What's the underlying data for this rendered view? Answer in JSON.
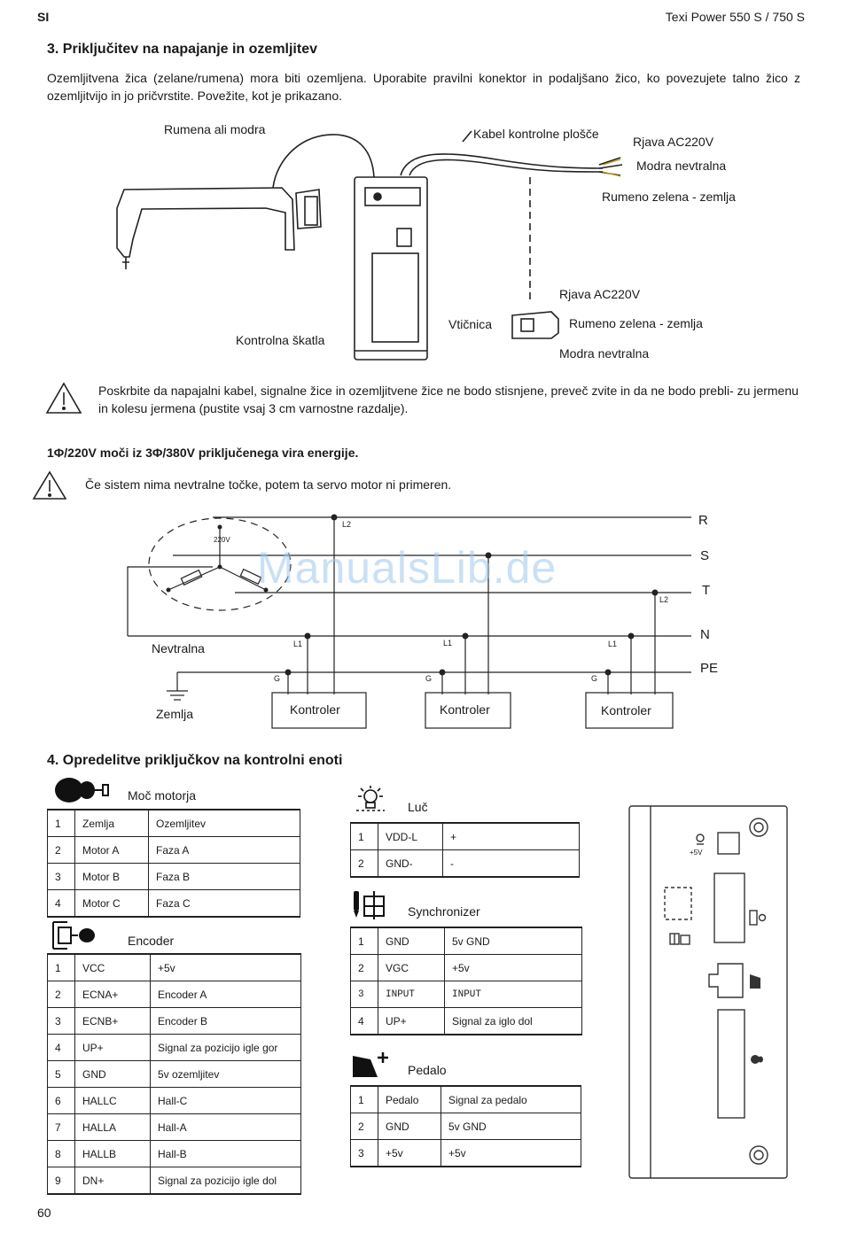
{
  "header": {
    "left": "SI",
    "right": "Texi Power 550 S / 750 S"
  },
  "section3": {
    "title": "3. Priključitev na napajanje in ozemljitev",
    "paragraph": "Ozemljitvena žica (zelane/rumena) mora biti ozemljena. Uporabite pravilni konektor in podaljšano žico, ko povezujete talno žico z ozemljitvijo in jo pričvrstite. Povežite, kot je prikazano.",
    "labels": {
      "yellow_blue": "Rumena ali modra",
      "panel_cable": "Kabel kontrolne plošče",
      "brown1": "Rjava AC220V",
      "blue_neutral1": "Modra nevtralna",
      "yellow_green1": "Rumeno zelena  - zemlja",
      "brown2": "Rjava AC220V",
      "socket": "Vtičnica",
      "yellow_green2": "Rumeno zelena  - zemlja",
      "blue_neutral2": "Modra nevtralna",
      "control_box": "Kontrolna škatla"
    },
    "warning": "Poskrbite da napajalni kabel, signalne žice in ozemljitvene žice ne bodo stisnjene, preveč zvite in da ne bodo prebli- zu jermenu in kolesu jermena (pustite vsaj 3 cm varnostne razdalje)."
  },
  "power_section": {
    "title": "1Φ/220V moči iz 3Φ/380V priključenega vira energije.",
    "warning": "Če sistem nima nevtralne točke, potem ta servo motor ni primeren.",
    "lines": [
      "R",
      "S",
      "T",
      "N",
      "PE"
    ],
    "small_labels": {
      "l2": "L2",
      "l1": "L1",
      "g": "G",
      "v220": "220V"
    },
    "neutral": "Nevtralna",
    "ground": "Zemlja",
    "controller": "Kontroler",
    "watermark": "ManualsLib.de"
  },
  "section4": {
    "title": "4. Opredelitve priključkov na kontrolni enoti",
    "motor": {
      "title": "Moč motorja",
      "rows": [
        [
          "1",
          "Zemlja",
          "Ozemljitev"
        ],
        [
          "2",
          "Motor A",
          "Faza A"
        ],
        [
          "3",
          "Motor B",
          "Faza B"
        ],
        [
          "4",
          "Motor C",
          "Faza C"
        ]
      ]
    },
    "encoder": {
      "title": "Encoder",
      "rows": [
        [
          "1",
          "VCC",
          "+5v"
        ],
        [
          "2",
          "ECNA+",
          "Encoder A"
        ],
        [
          "3",
          "ECNB+",
          "Encoder B"
        ],
        [
          "4",
          "UP+",
          "Signal za pozicijo igle gor"
        ],
        [
          "5",
          "GND",
          "5v ozemljitev"
        ],
        [
          "6",
          "HALLC",
          "Hall-C"
        ],
        [
          "7",
          "HALLA",
          "Hall-A"
        ],
        [
          "8",
          "HALLB",
          "Hall-B"
        ],
        [
          "9",
          "DN+",
          "Signal za pozicijo igle dol"
        ]
      ]
    },
    "light": {
      "title": "Luč",
      "rows": [
        [
          "1",
          "VDD-L",
          "+"
        ],
        [
          "2",
          "GND-",
          "-"
        ]
      ]
    },
    "sync": {
      "title": "Synchronizer",
      "rows": [
        [
          "1",
          "GND",
          "5v GND"
        ],
        [
          "2",
          "VGC",
          "+5v"
        ],
        [
          "3",
          "INPUT",
          "INPUT"
        ],
        [
          "4",
          "UP+",
          "Signal za iglo dol"
        ]
      ]
    },
    "pedal": {
      "title": "Pedalo",
      "rows": [
        [
          "1",
          "Pedalo",
          "Signal za pedalo"
        ],
        [
          "2",
          "GND",
          "5v GND"
        ],
        [
          "3",
          "+5v",
          "+5v"
        ]
      ]
    },
    "panel_label": "+5V"
  },
  "page_number": "60"
}
